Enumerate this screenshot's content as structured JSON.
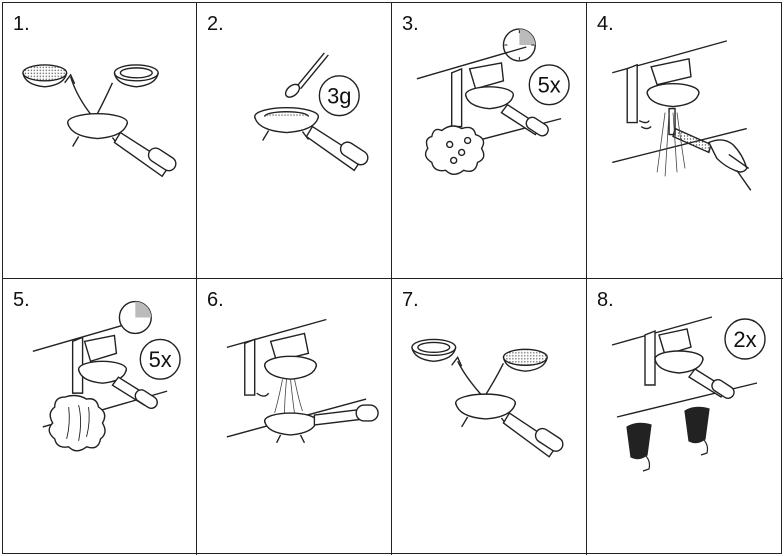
{
  "panels": [
    {
      "number": "1."
    },
    {
      "number": "2.",
      "badge": "3g"
    },
    {
      "number": "3.",
      "badge": "5x"
    },
    {
      "number": "4."
    },
    {
      "number": "5.",
      "badge": "5x"
    },
    {
      "number": "6."
    },
    {
      "number": "7."
    },
    {
      "number": "8.",
      "badge": "2x"
    }
  ],
  "icons": [
    "filter-basket-icon",
    "portafilter-icon",
    "measuring-spoon-icon",
    "timer-icon",
    "steam-nozzle-icon",
    "cleaning-tool-icon",
    "cup-icon"
  ],
  "colors": {
    "line": "#222222",
    "mesh": "#555555",
    "fill": "#ffffff",
    "timer_wedge": "#bbbbbb"
  }
}
